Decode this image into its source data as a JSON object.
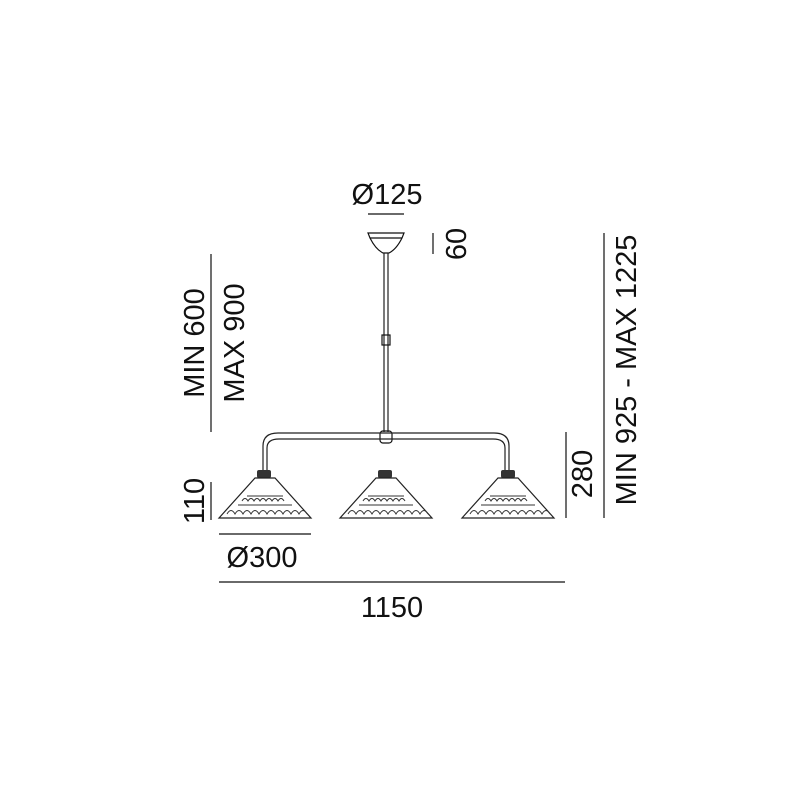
{
  "dimensions": {
    "canopy_diameter": "Ø125",
    "canopy_height": "60",
    "suspension_min": "MIN 600",
    "suspension_max": "MAX 900",
    "shade_height": "110",
    "shade_diameter": "Ø300",
    "overall_width": "1150",
    "bar_to_shade_height": "280",
    "overall_height": "MIN 925 - MAX 1225"
  },
  "colors": {
    "line": "#111111",
    "background": "#ffffff"
  }
}
